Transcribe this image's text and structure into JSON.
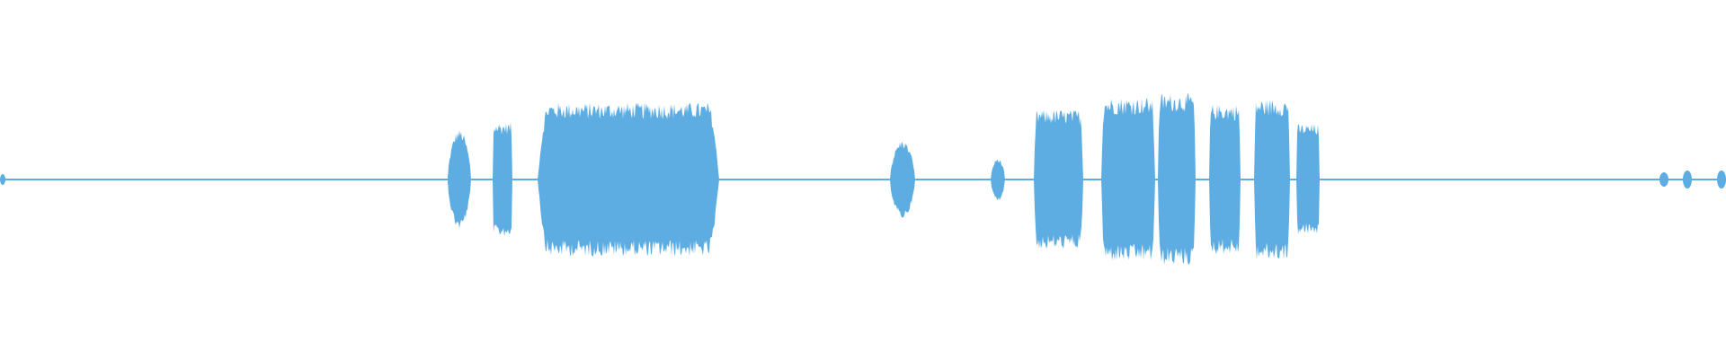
{
  "waveform": {
    "color": "#5dade2",
    "baseline_color": "#5dade2",
    "duration_units": 1920,
    "segments": [
      {
        "start": 0,
        "end": 6,
        "amplitude": 0.03,
        "style": "blip"
      },
      {
        "start": 498,
        "end": 506,
        "amplitude": 0.06,
        "style": "blip"
      },
      {
        "start": 498,
        "end": 524,
        "amplitude": 0.28,
        "style": "blob"
      },
      {
        "start": 548,
        "end": 570,
        "amplitude": 0.32,
        "style": "dense"
      },
      {
        "start": 598,
        "end": 800,
        "amplitude": 0.43,
        "style": "dense"
      },
      {
        "start": 990,
        "end": 1018,
        "amplitude": 0.22,
        "style": "burst"
      },
      {
        "start": 1102,
        "end": 1118,
        "amplitude": 0.12,
        "style": "burst"
      },
      {
        "start": 1150,
        "end": 1205,
        "amplitude": 0.39,
        "style": "dense"
      },
      {
        "start": 1225,
        "end": 1285,
        "amplitude": 0.46,
        "style": "dense"
      },
      {
        "start": 1288,
        "end": 1330,
        "amplitude": 0.48,
        "style": "dense"
      },
      {
        "start": 1345,
        "end": 1380,
        "amplitude": 0.42,
        "style": "dense"
      },
      {
        "start": 1395,
        "end": 1435,
        "amplitude": 0.45,
        "style": "dense"
      },
      {
        "start": 1442,
        "end": 1468,
        "amplitude": 0.31,
        "style": "dense"
      },
      {
        "start": 1846,
        "end": 1856,
        "amplitude": 0.04,
        "style": "blip"
      },
      {
        "start": 1872,
        "end": 1882,
        "amplitude": 0.05,
        "style": "blip"
      },
      {
        "start": 1910,
        "end": 1920,
        "amplitude": 0.05,
        "style": "blip"
      }
    ]
  }
}
